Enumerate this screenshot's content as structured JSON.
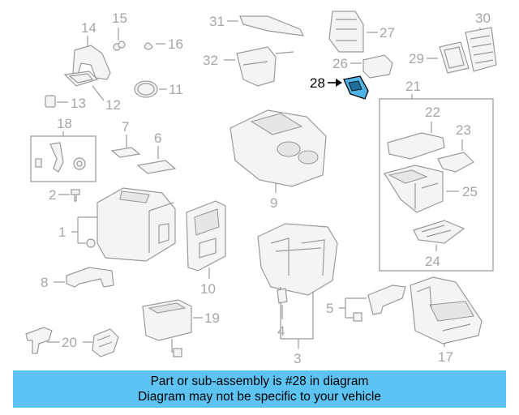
{
  "banner": {
    "line1": "Part or sub-assembly is #28 in diagram",
    "line2": "Diagram may not be specific to your vehicle"
  },
  "highlight_color": "#5cc3f3",
  "highlighted_part": "28",
  "callouts": {
    "c1": "1",
    "c2": "2",
    "c3": "3",
    "c4": "4",
    "c5": "5",
    "c6": "6",
    "c7": "7",
    "c8": "8",
    "c9": "9",
    "c10": "10",
    "c11": "11",
    "c12": "12",
    "c13": "13",
    "c14": "14",
    "c15": "15",
    "c16": "16",
    "c17": "17",
    "c18": "18",
    "c19": "19",
    "c20": "20",
    "c21": "21",
    "c22": "22",
    "c23": "23",
    "c24": "24",
    "c25": "25",
    "c26": "26",
    "c27": "27",
    "c28": "28",
    "c29": "29",
    "c30": "30",
    "c31": "31",
    "c32": "32"
  }
}
